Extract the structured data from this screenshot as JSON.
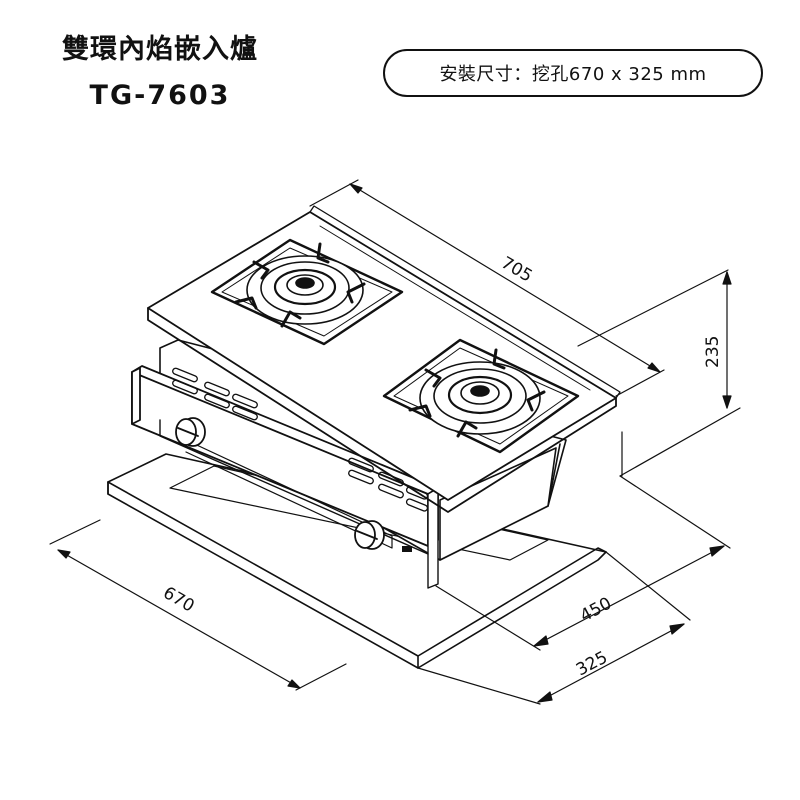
{
  "title": {
    "product_name": "雙環內焰嵌入爐",
    "model": "TG-7603"
  },
  "spec": {
    "label": "安裝尺寸：挖孔670 x 325 mm"
  },
  "dimensions": {
    "top_width": "705",
    "height": "235",
    "cutout_width": "670",
    "depth": "450",
    "cutout_depth": "325"
  }
}
